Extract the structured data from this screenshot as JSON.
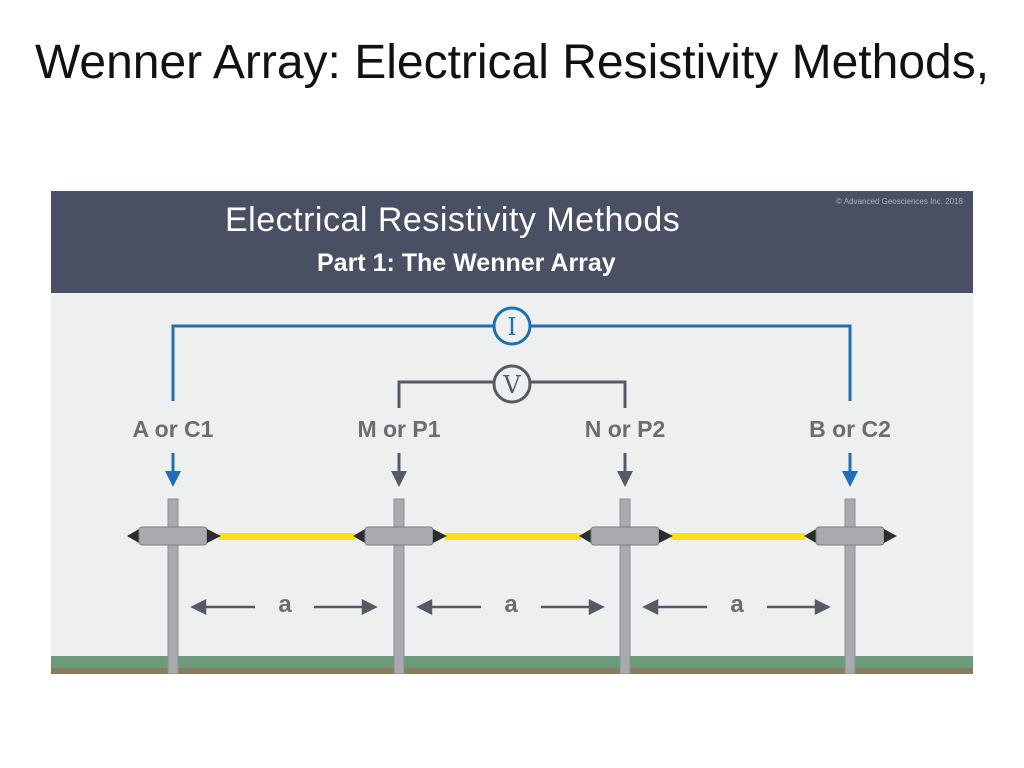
{
  "slide": {
    "title": "Wenner Array: Electrical Resistivity Methods,"
  },
  "figure": {
    "title": "Electrical Resistivity Methods",
    "subtitle": "Part 1: The Wenner Array",
    "copyright": "© Advanced Geosciences Inc. 2018",
    "colors": {
      "header": "#4a5063",
      "current_circuit": "#1f6fb4",
      "voltage_circuit": "#555a66",
      "cable": "#f5e21a",
      "electrode": "#a9aaad",
      "ground": "#6e9a7c"
    },
    "current_meter": {
      "symbol": "I",
      "icon": "ammeter-icon"
    },
    "voltage_meter": {
      "symbol": "V",
      "icon": "voltmeter-icon"
    },
    "electrodes": [
      {
        "label": "A or C1",
        "role": "current"
      },
      {
        "label": "M or P1",
        "role": "potential"
      },
      {
        "label": "N or P2",
        "role": "potential"
      },
      {
        "label": "B or C2",
        "role": "current"
      }
    ],
    "spacings": [
      {
        "label": "a"
      },
      {
        "label": "a"
      },
      {
        "label": "a"
      }
    ]
  }
}
